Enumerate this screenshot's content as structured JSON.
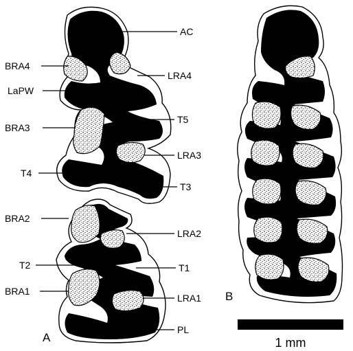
{
  "figure": {
    "panels": {
      "a": "A",
      "b": "B"
    },
    "labels": {
      "ac": "AC",
      "lra4": "LRA4",
      "bra4": "BRA4",
      "lapw": "LaPW",
      "t5": "T5",
      "bra3": "BRA3",
      "lra3": "LRA3",
      "t4": "T4",
      "t3": "T3",
      "bra2": "BRA2",
      "lra2": "LRA2",
      "t2": "T2",
      "t1": "T1",
      "bra1": "BRA1",
      "lra1": "LRA1",
      "pl": "PL"
    },
    "scale_bar": {
      "label": "1 mm"
    },
    "colors": {
      "tooth_fill": "#000000",
      "enamel": "#ffffff",
      "dentine_stipple": "#000000"
    }
  }
}
